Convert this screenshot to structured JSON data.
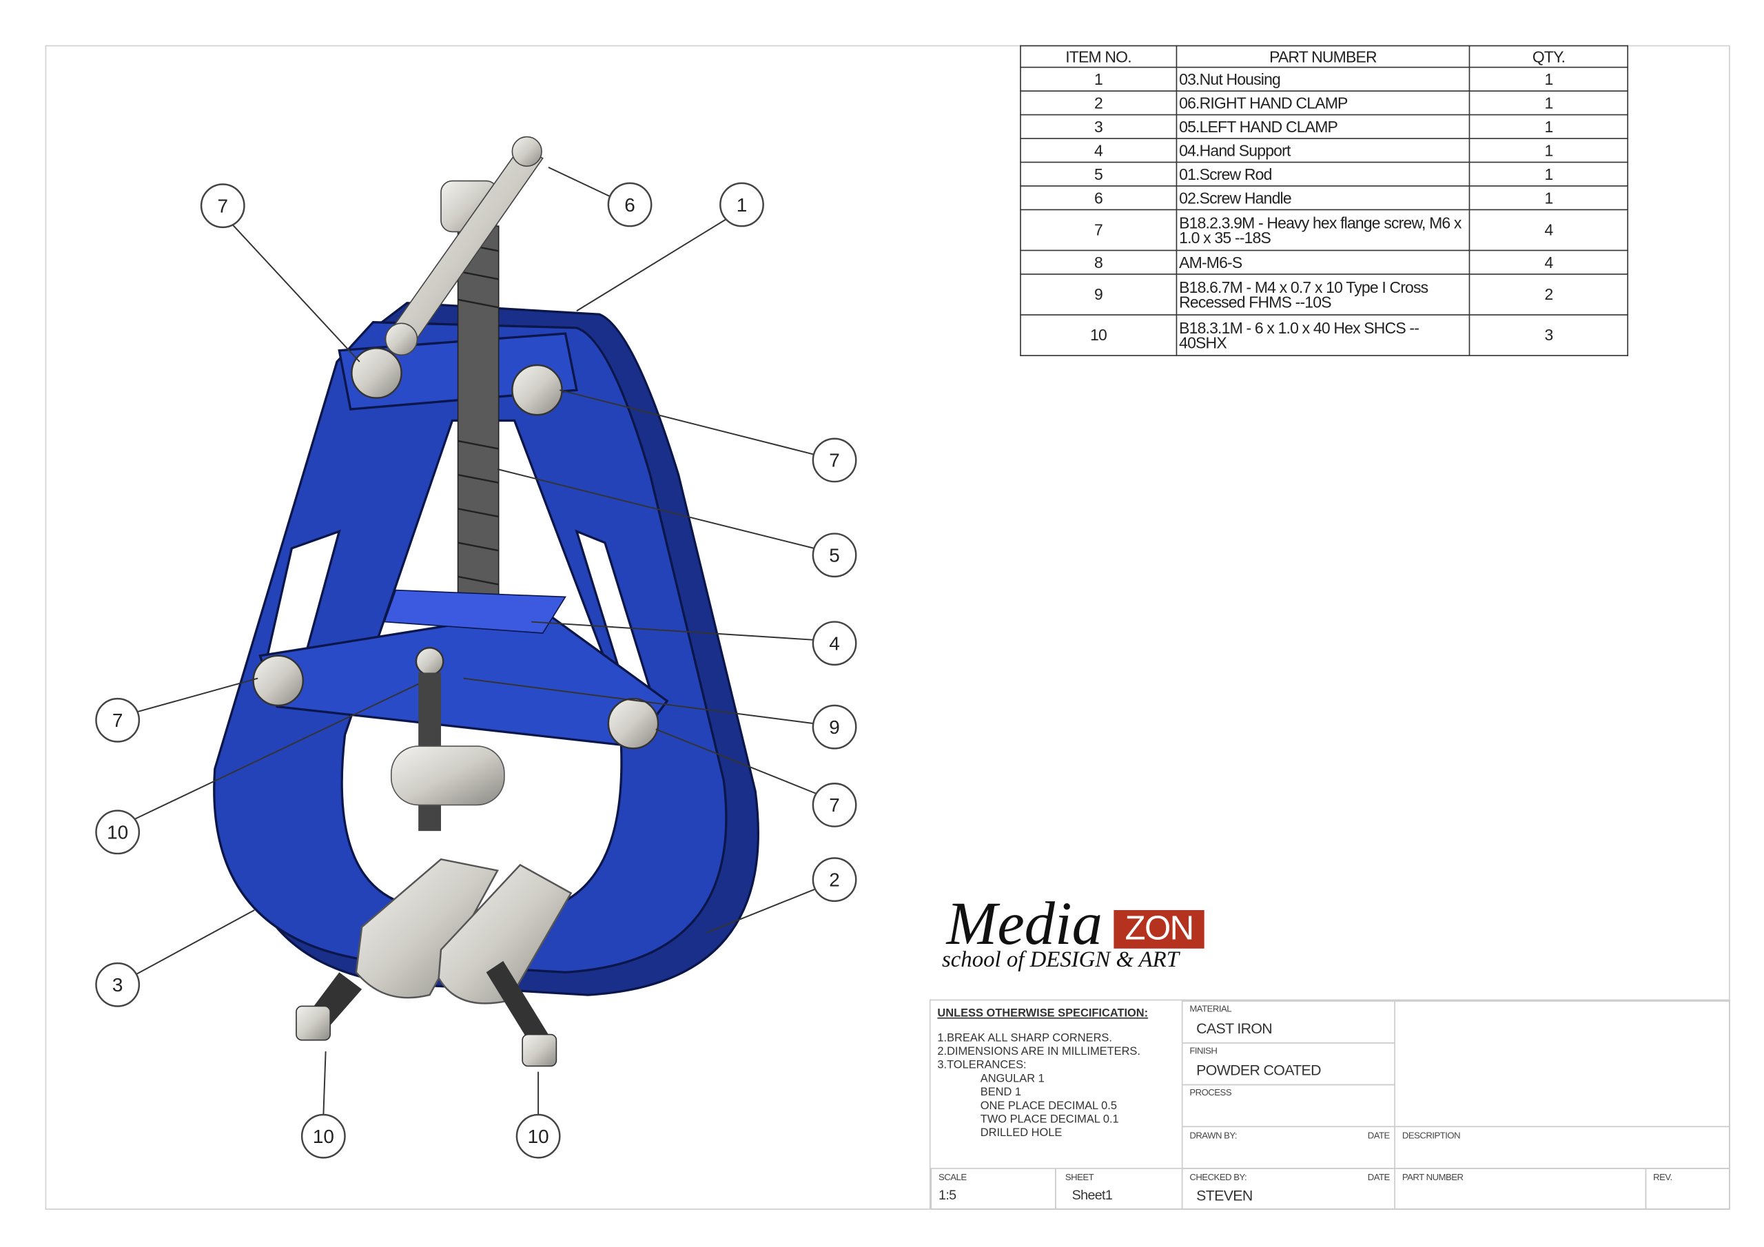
{
  "bom": {
    "headers": {
      "item": "ITEM NO.",
      "part": "PART NUMBER",
      "qty": "QTY."
    },
    "rows": [
      {
        "item": "1",
        "part": "03.Nut Housing",
        "qty": "1"
      },
      {
        "item": "2",
        "part": "06.RIGHT HAND CLAMP",
        "qty": "1"
      },
      {
        "item": "3",
        "part": "05.LEFT HAND CLAMP",
        "qty": "1"
      },
      {
        "item": "4",
        "part": "04.Hand Support",
        "qty": "1"
      },
      {
        "item": "5",
        "part": "01.Screw Rod",
        "qty": "1"
      },
      {
        "item": "6",
        "part": "02.Screw Handle",
        "qty": "1"
      },
      {
        "item": "7",
        "part": "B18.2.3.9M - Heavy hex flange screw, M6 x 1.0 x 35 --18S",
        "qty": "4"
      },
      {
        "item": "8",
        "part": "AM-M6-S",
        "qty": "4"
      },
      {
        "item": "9",
        "part": "B18.6.7M - M4 x 0.7 x 10 Type I Cross Recessed FHMS --10S",
        "qty": "2"
      },
      {
        "item": "10",
        "part": "B18.3.1M - 6 x 1.0 x 40 Hex SHCS -- 40SHX",
        "qty": "3"
      }
    ]
  },
  "balloons": [
    "7",
    "6",
    "1",
    "7",
    "5",
    "4",
    "9",
    "7",
    "2",
    "7",
    "10",
    "3",
    "10",
    "10"
  ],
  "logo": {
    "media": "Media",
    "zon": "ZON",
    "tagline": "school of DESIGN & ART"
  },
  "title_block": {
    "notes_heading": "UNLESS OTHERWISE SPECIFICATION:",
    "notes": [
      "1.BREAK ALL SHARP CORNERS.",
      "2.DIMENSIONS ARE IN MILLIMETERS.",
      "3.TOLERANCES:"
    ],
    "tolerances": [
      "ANGULAR  1",
      "BEND  1",
      "ONE PLACE DECIMAL  0.5",
      "TWO PLACE DECIMAL  0.1",
      "DRILLED HOLE"
    ],
    "material_label": "MATERIAL",
    "material": "CAST IRON",
    "finish_label": "FINISH",
    "finish": "POWDER COATED",
    "process_label": "PROCESS",
    "drawn_by_label": "DRAWN BY:",
    "date_label": "DATE",
    "description_label": "DESCRIPTION",
    "scale_label": "SCALE",
    "scale": "1:5",
    "sheet_label": "SHEET",
    "sheet": "Sheet1",
    "checked_by_label": "CHECKED BY:",
    "checked_by": "STEVEN",
    "part_number_label": "PART NUMBER",
    "rev_label": "REV."
  },
  "colors": {
    "clamp_blue": "#1f3fae",
    "logo_red": "#b5321f"
  }
}
